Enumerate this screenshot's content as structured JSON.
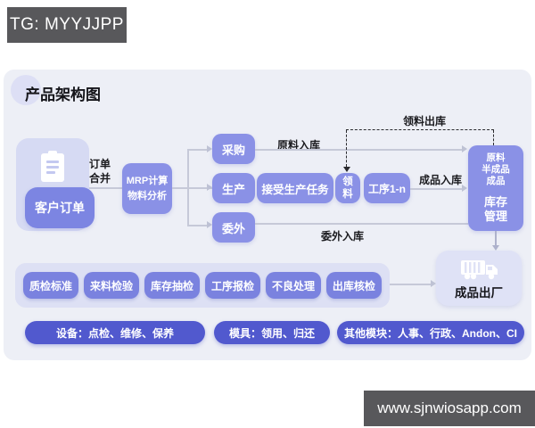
{
  "header": {
    "badge": "TG: MYYJJPP"
  },
  "footer": {
    "url": "www.sjnwiosapp.com"
  },
  "colors": {
    "node_purple": "#8A91E6",
    "customer_purple": "#7C85E2",
    "quality_purple": "#7A82DF",
    "pill_indigo": "#5159CE",
    "panel_light": "#DDE0F4",
    "card_bg": "#EDEFF6",
    "bar_dark": "#58585B",
    "line_gray": "#C6C9D8",
    "dashed_black": "#2A2A2E"
  },
  "diagram": {
    "title": "产品架构图",
    "customer_order": "客户订单",
    "order_merge_l1": "订单",
    "order_merge_l2": "合并",
    "mrp_l1": "MRP计算",
    "mrp_l2": "物料分析",
    "procurement": "采购",
    "production": "生产",
    "outsourcing": "委外",
    "accept_task": "接受生产任务",
    "material_req_l1": "领",
    "material_req_l2": "料",
    "process": "工序1-n",
    "inventory_top_l1": "原料",
    "inventory_top_l2": "半成品",
    "inventory_top_l3": "成品",
    "inventory_bot_l1": "库存",
    "inventory_bot_l2": "管理",
    "labels": {
      "raw_in": "原料入库",
      "finished_in": "成品入库",
      "outsource_in": "委外入库",
      "material_out": "领料出库"
    },
    "finished_out": "成品出厂",
    "quality": [
      "质检标准",
      "来料检验",
      "库存抽检",
      "工序报检",
      "不良处理",
      "出库核检"
    ],
    "pills": [
      "设备：点检、维修、保养",
      "模具：领用、归还",
      "其他模块：人事、行政、Andon、CI"
    ]
  }
}
